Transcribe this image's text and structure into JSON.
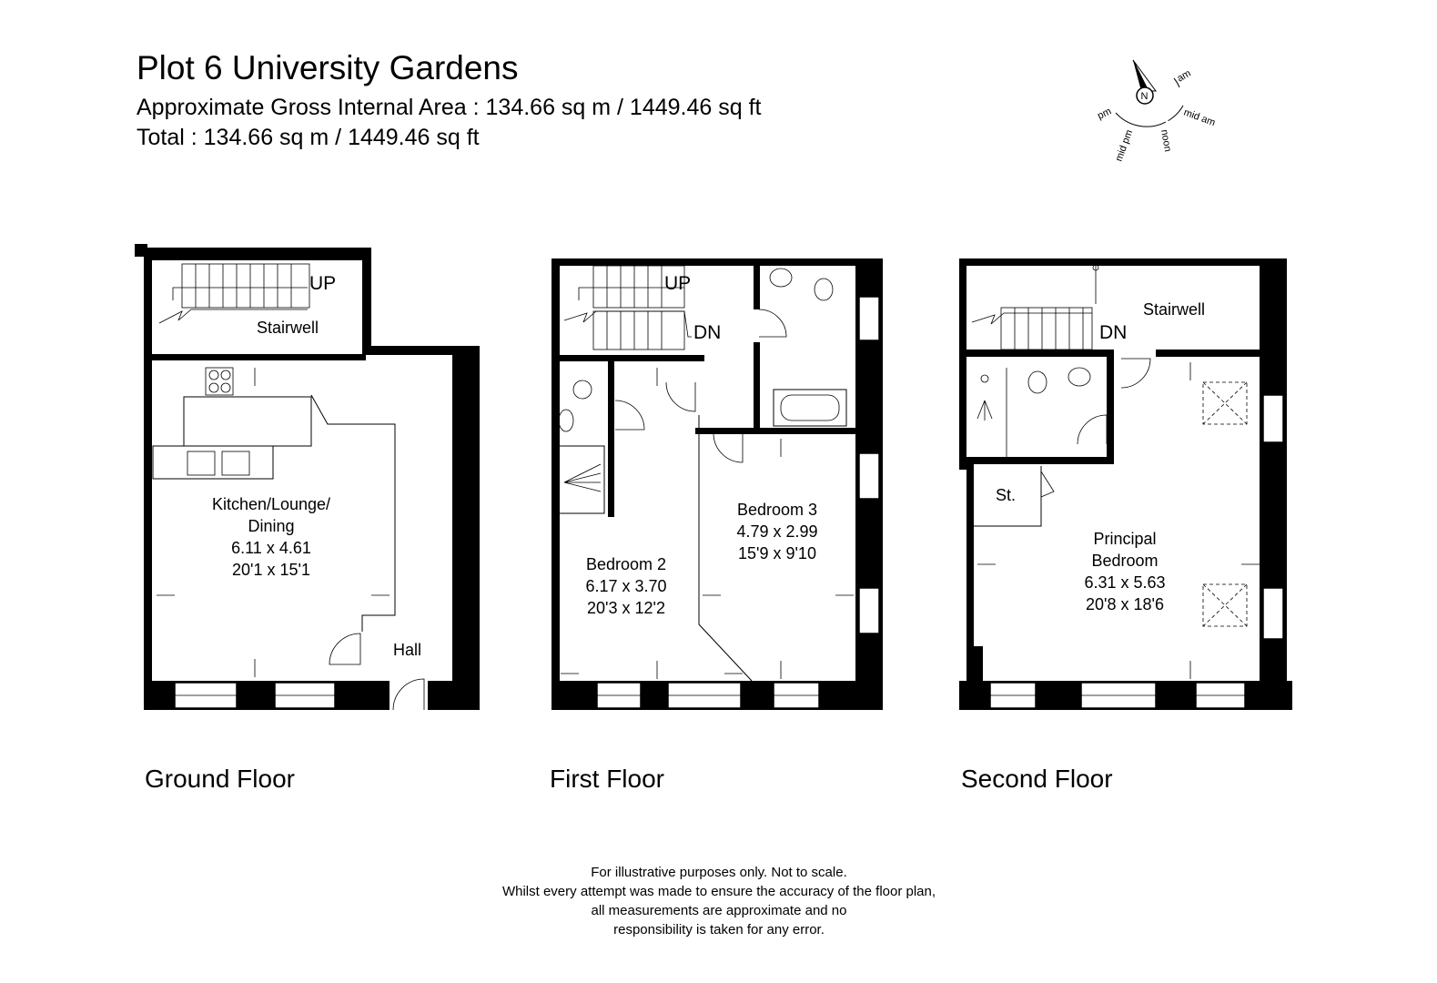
{
  "header": {
    "title": "Plot 6 University Gardens",
    "area_line": "Approximate Gross Internal Area : 134.66 sq m / 1449.46 sq ft",
    "total_line": "Total : 134.66 sq m / 1449.46 sq ft"
  },
  "compass": {
    "north": "N",
    "labels": [
      "am",
      "mid am",
      "noon",
      "mid pm",
      "pm"
    ]
  },
  "floors": {
    "ground": {
      "label": "Ground Floor",
      "stairs": "UP",
      "rooms": {
        "stairwell": "Stairwell",
        "kitchen_name1": "Kitchen/Lounge/",
        "kitchen_name2": "Dining",
        "kitchen_metric": "6.11 x 4.61",
        "kitchen_imperial": "20'1 x 15'1",
        "hall": "Hall"
      }
    },
    "first": {
      "label": "First Floor",
      "stairs_up": "UP",
      "stairs_dn": "DN",
      "rooms": {
        "bed2_name": "Bedroom 2",
        "bed2_metric": "6.17 x 3.70",
        "bed2_imperial": "20'3 x 12'2",
        "bed3_name": "Bedroom 3",
        "bed3_metric": "4.79 x 2.99",
        "bed3_imperial": "15'9 x 9'10"
      }
    },
    "second": {
      "label": "Second Floor",
      "stairs_dn": "DN",
      "rooms": {
        "stairwell": "Stairwell",
        "store": "St.",
        "principal_name1": "Principal",
        "principal_name2": "Bedroom",
        "principal_metric": "6.31 x 5.63",
        "principal_imperial": "20'8 x 18'6"
      }
    }
  },
  "disclaimer": [
    "For illustrative purposes only. Not to scale.",
    "Whilst every attempt was made to ensure the accuracy of the floor plan,",
    "all measurements are approximate and no",
    "responsibility is taken for any error."
  ]
}
